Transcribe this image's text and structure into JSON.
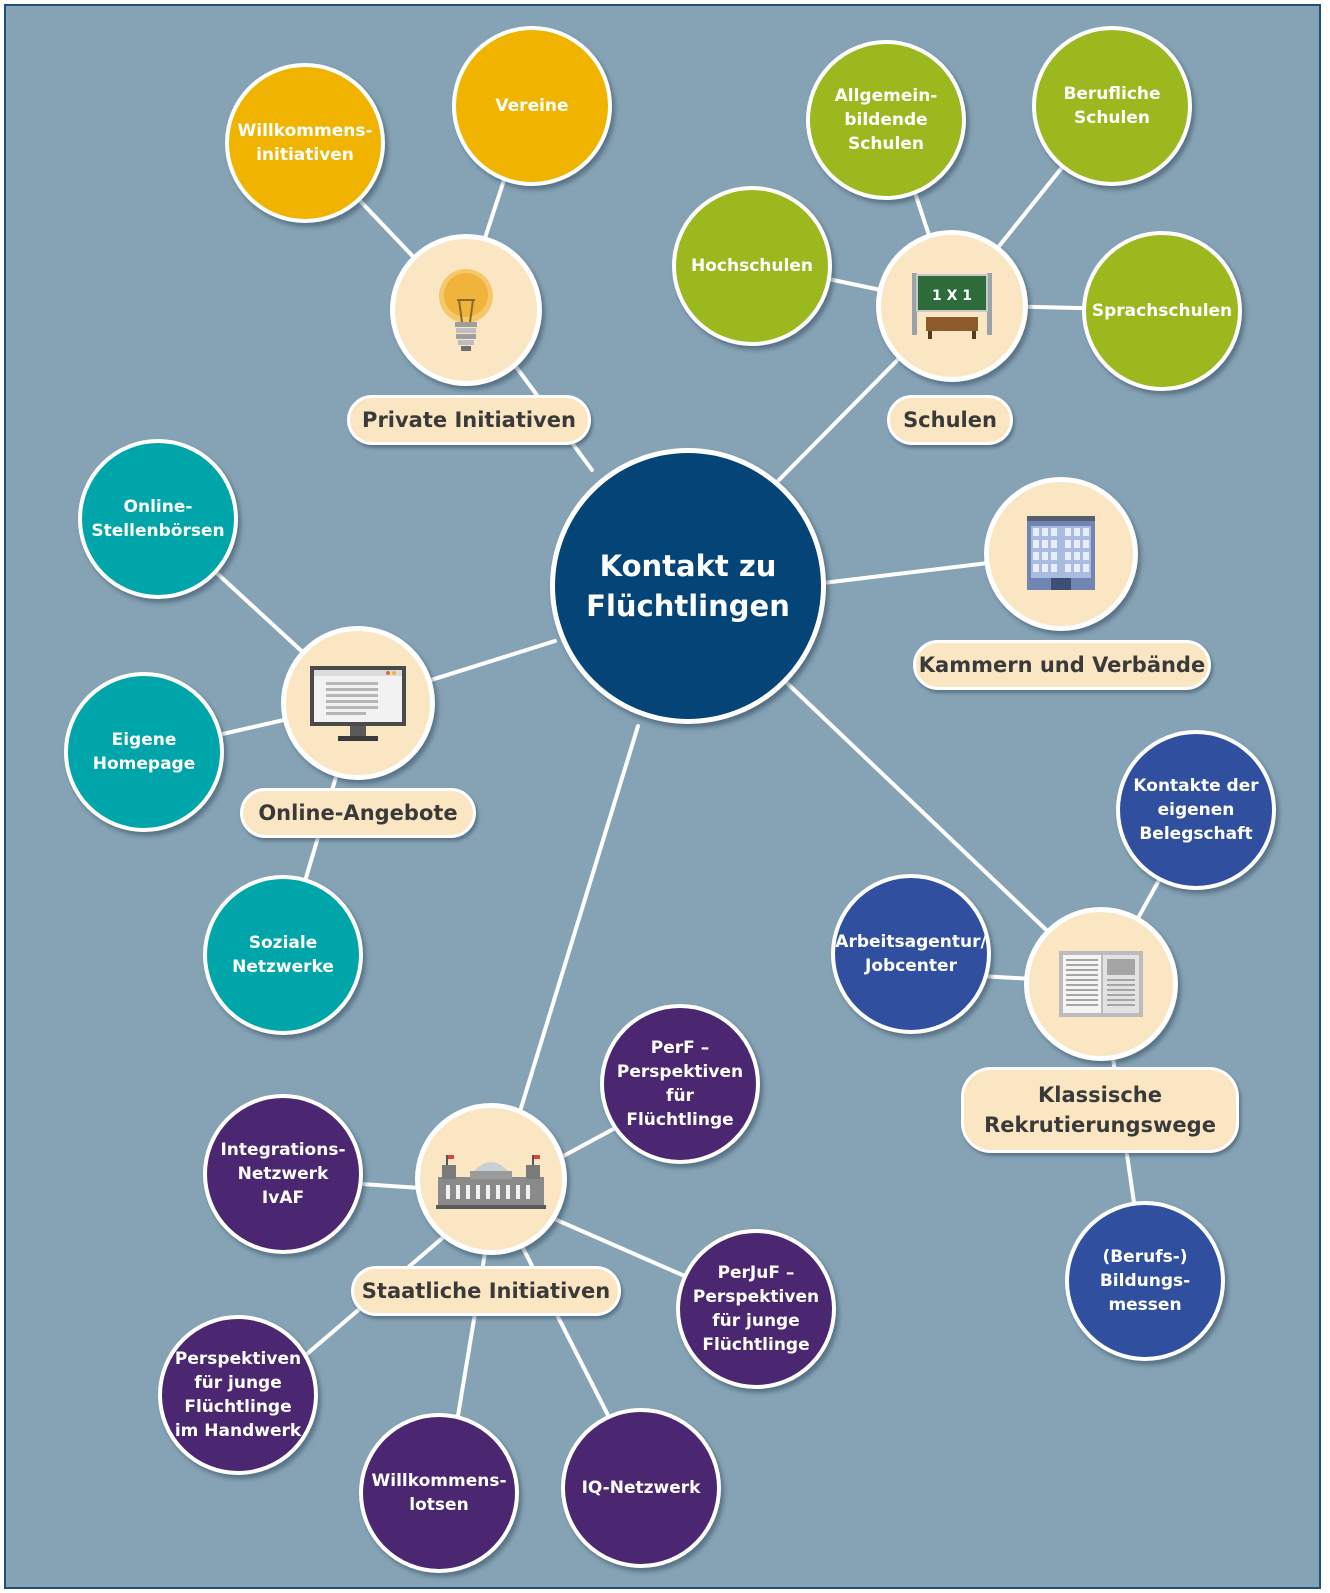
{
  "center": {
    "label": "Kontakt zu\nFlüchtlingen"
  },
  "colors": {
    "background": "#85a3b5",
    "center": "#044476",
    "hub": "#fbe6c4",
    "private": "#efb300",
    "schulen": "#9bb81f",
    "online": "#00a5aa",
    "klassisch": "#30509f",
    "staatlich": "#4a2770"
  },
  "groups": {
    "private": {
      "label": "Private Initiativen",
      "icon": "lightbulb-icon",
      "items": [
        "Willkommens-\ninitiativen",
        "Vereine"
      ]
    },
    "schulen": {
      "label": "Schulen",
      "icon": "blackboard-icon",
      "icon_text": "1 X 1",
      "items": [
        "Allgemein-\nbildende\nSchulen",
        "Berufliche\nSchulen",
        "Hochschulen",
        "Sprachschulen"
      ]
    },
    "kammern": {
      "label": "Kammern und Verbände",
      "icon": "office-building-icon",
      "items": []
    },
    "online": {
      "label": "Online-Angebote",
      "icon": "computer-monitor-icon",
      "items": [
        "Online-\nStellenbörsen",
        "Eigene\nHomepage",
        "Soziale\nNetzwerke"
      ]
    },
    "klassisch": {
      "label": "Klassische\nRekrutierungswege",
      "icon": "newspaper-icon",
      "items": [
        "Kontakte der\neigenen\nBelegschaft",
        "Arbeitsagentur/\nJobcenter",
        "(Berufs-)\nBildungs-\nmessen"
      ]
    },
    "staatlich": {
      "label": "Staatliche Initiativen",
      "icon": "parliament-building-icon",
      "items": [
        "PerF –\nPerspektiven\nfür Flüchtlinge",
        "Integrations-\nNetzwerk IvAF",
        "PerJuF –\nPerspektiven\nfür junge\nFlüchtlinge",
        "Perspektiven\nfür junge\nFlüchtlinge\nim Handwerk",
        "Willkommens-\nlotsen",
        "IQ-Netzwerk"
      ]
    }
  }
}
